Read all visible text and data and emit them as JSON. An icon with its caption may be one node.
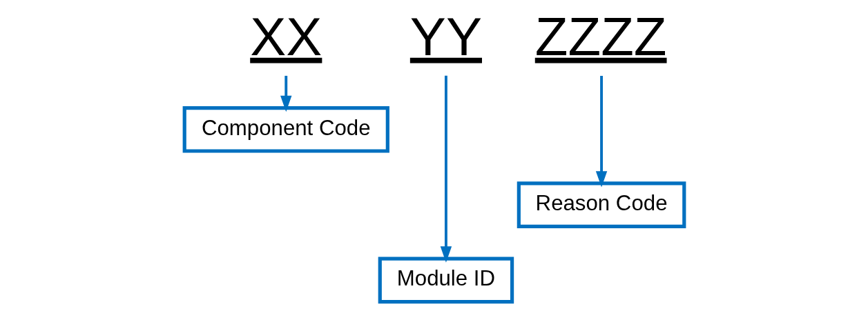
{
  "diagram": {
    "nodes": [
      {
        "text": [
          "XX"
        ]
      },
      {
        "text": [
          "YY"
        ]
      },
      {
        "text": [
          "ZZZZ"
        ]
      },
      {
        "text": [
          "Component Code"
        ]
      },
      {
        "text": [
          "Module ID"
        ]
      },
      {
        "text": [
          "Reason Code"
        ]
      }
    ],
    "edges": [
      {
        "from": 0,
        "to": 3,
        "arrow": "to"
      },
      {
        "from": 1,
        "to": 4,
        "arrow": "to"
      },
      {
        "from": 2,
        "to": 5,
        "arrow": "to"
      }
    ]
  }
}
